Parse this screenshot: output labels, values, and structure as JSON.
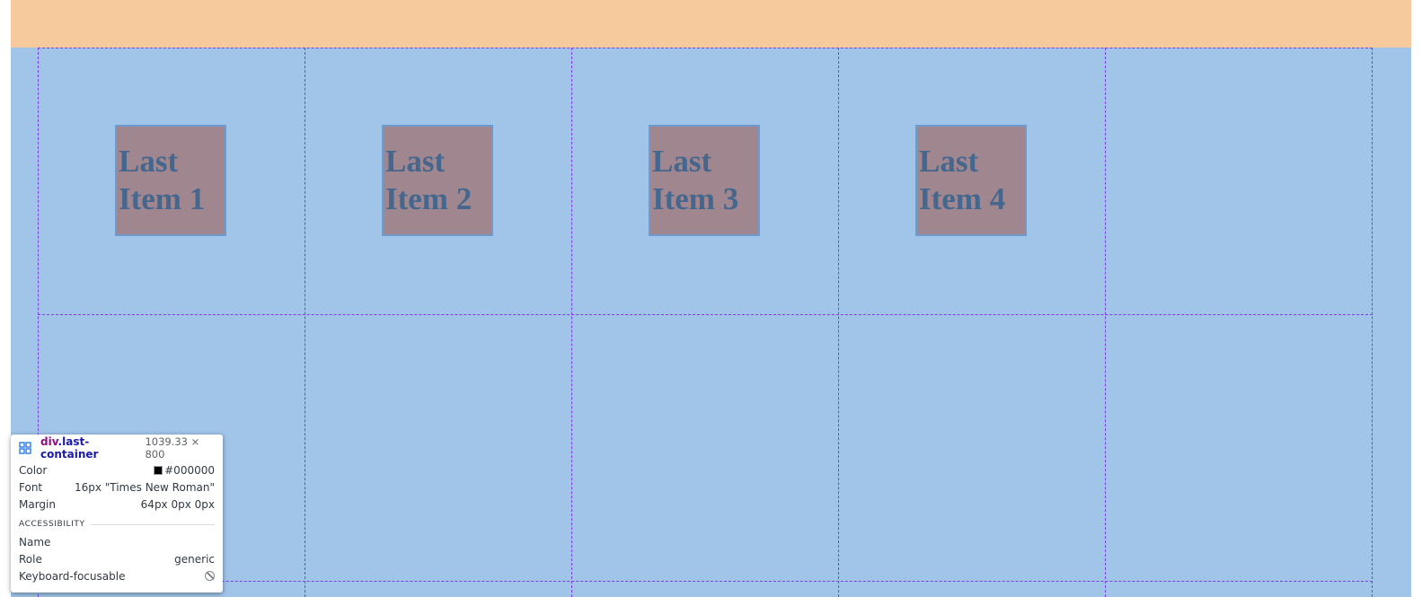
{
  "grid_items": [
    {
      "label": "Last Item 1"
    },
    {
      "label": "Last Item 2"
    },
    {
      "label": "Last Item 3"
    },
    {
      "label": "Last Item 4"
    }
  ],
  "tooltip": {
    "tag": "div",
    "class_name": ".last-container",
    "size": "1039.33 × 800",
    "icon": "grid-layout-icon",
    "rows": [
      {
        "label": "Color",
        "value": "#000000",
        "swatch": "#000000"
      },
      {
        "label": "Font",
        "value": "16px \"Times New Roman\""
      },
      {
        "label": "Margin",
        "value": "64px 0px 0px"
      }
    ],
    "accessibility": {
      "section_title": "ACCESSIBILITY",
      "rows": [
        {
          "label": "Name",
          "value": ""
        },
        {
          "label": "Role",
          "value": "generic"
        },
        {
          "label": "Keyboard-focusable",
          "value_icon": "not-allowed-icon"
        }
      ]
    }
  },
  "colors": {
    "margin_overlay": "#f6ca9c",
    "container_overlay": "#a1c4e9",
    "grid_line": "#7b3fe4",
    "item_fill": "#a0868f",
    "item_text": "#45678e"
  }
}
